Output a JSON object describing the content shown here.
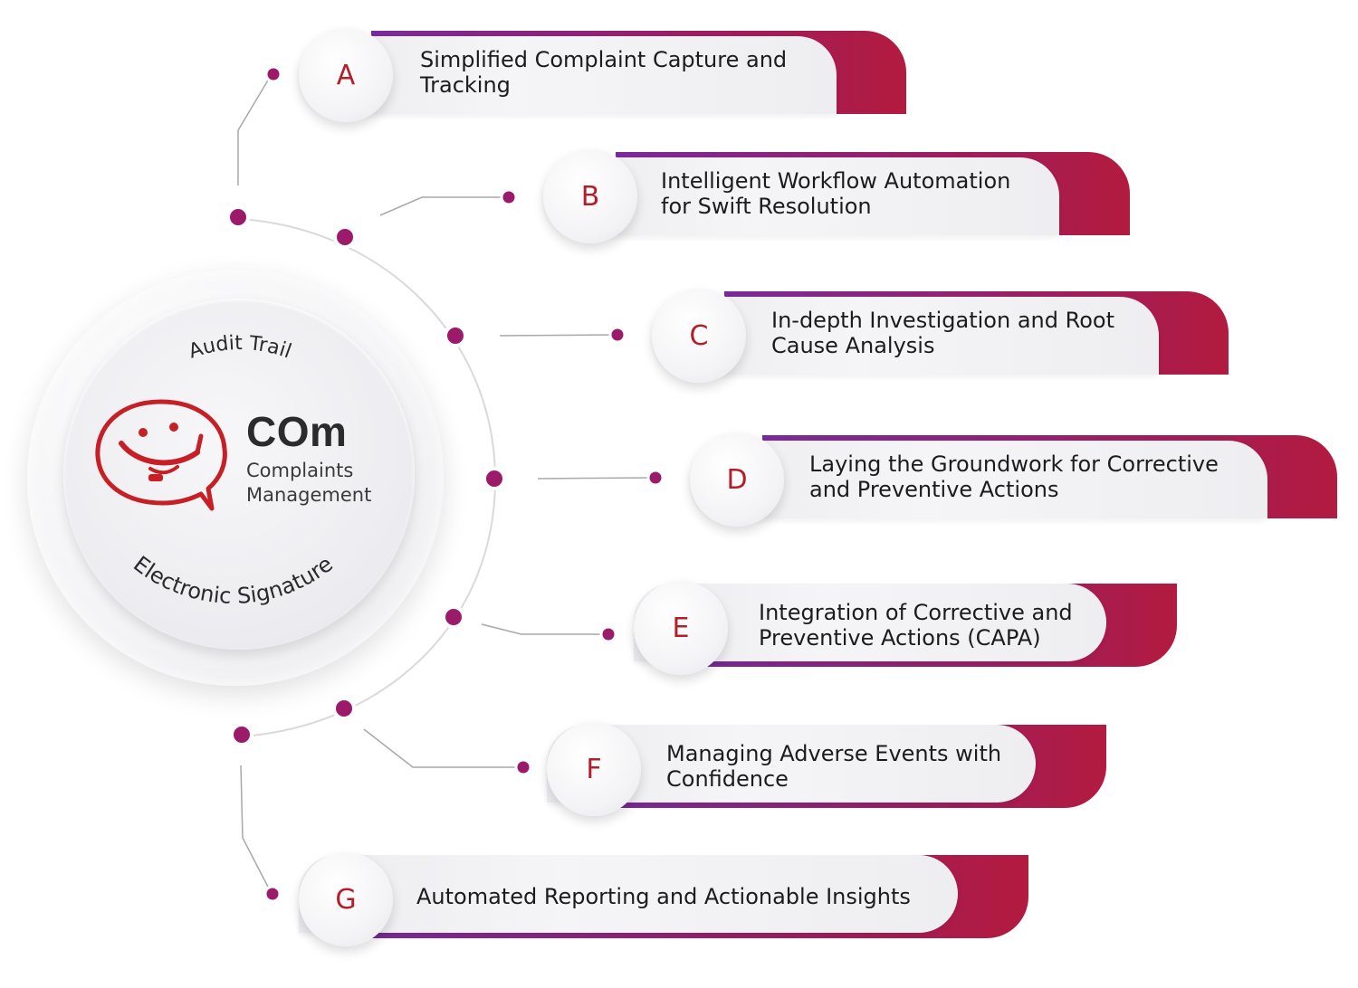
{
  "hub": {
    "brand": "COm",
    "subtitle_line1": "Complaints",
    "subtitle_line2": "Management",
    "top_arc_label": "Audit Trail",
    "bottom_arc_label": "Electronic Signature"
  },
  "colors": {
    "accent_purple": "#7a2a9a",
    "accent_red": "#b31b3f",
    "letter": "#b41e2b",
    "node_dot": "#9b1a6a",
    "logo_red": "#c62026"
  },
  "items": [
    {
      "letter": "A",
      "line1": "Simplified Complaint Capture and",
      "line2": "Tracking"
    },
    {
      "letter": "B",
      "line1": "Intelligent Workflow Automation",
      "line2": "for Swift Resolution"
    },
    {
      "letter": "C",
      "line1": "In-depth Investigation and Root",
      "line2": "Cause Analysis"
    },
    {
      "letter": "D",
      "line1": "Laying the Groundwork for Corrective",
      "line2": "and Preventive Actions"
    },
    {
      "letter": "E",
      "line1": "Integration of Corrective and",
      "line2": "Preventive Actions (CAPA)"
    },
    {
      "letter": "F",
      "line1": "Managing Adverse Events with",
      "line2": "Confidence"
    },
    {
      "letter": "G",
      "line1": "Automated Reporting and Actionable Insights",
      "line2": ""
    }
  ]
}
